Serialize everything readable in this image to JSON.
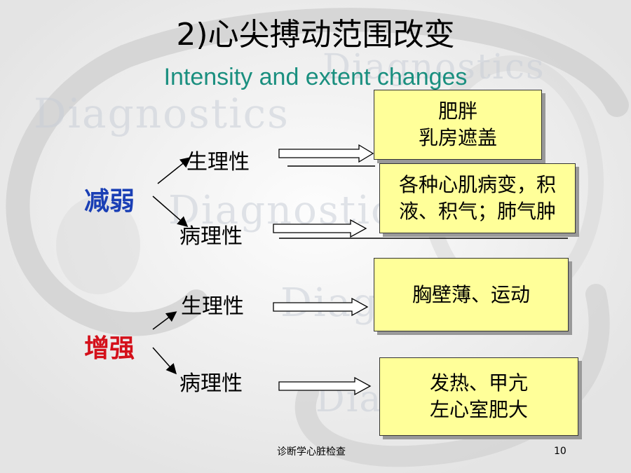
{
  "title": "2)心尖搏动范围改变",
  "subtitle": "Intensity and extent changes",
  "watermark": "Diagnostics",
  "groups": [
    {
      "label": "减弱",
      "branches": [
        {
          "label": "生理性",
          "box": [
            "肥胖",
            "乳房遮盖"
          ]
        },
        {
          "label": "病理性",
          "box": [
            "各种心肌病变，积",
            "液、积气；肺气肿"
          ]
        }
      ]
    },
    {
      "label": "增强",
      "branches": [
        {
          "label": "生理性",
          "box": [
            "胸壁薄、运动"
          ]
        },
        {
          "label": "病理性",
          "box": [
            "发热、甲亢",
            "左心室肥大"
          ]
        }
      ]
    }
  ],
  "footer": "诊断学心脏检查",
  "page_number": "10",
  "colors": {
    "weaken": "#1a3fb5",
    "strengthen": "#d4101a",
    "box_fill": "#ffff99",
    "subtitle": "#1a8f7f"
  }
}
